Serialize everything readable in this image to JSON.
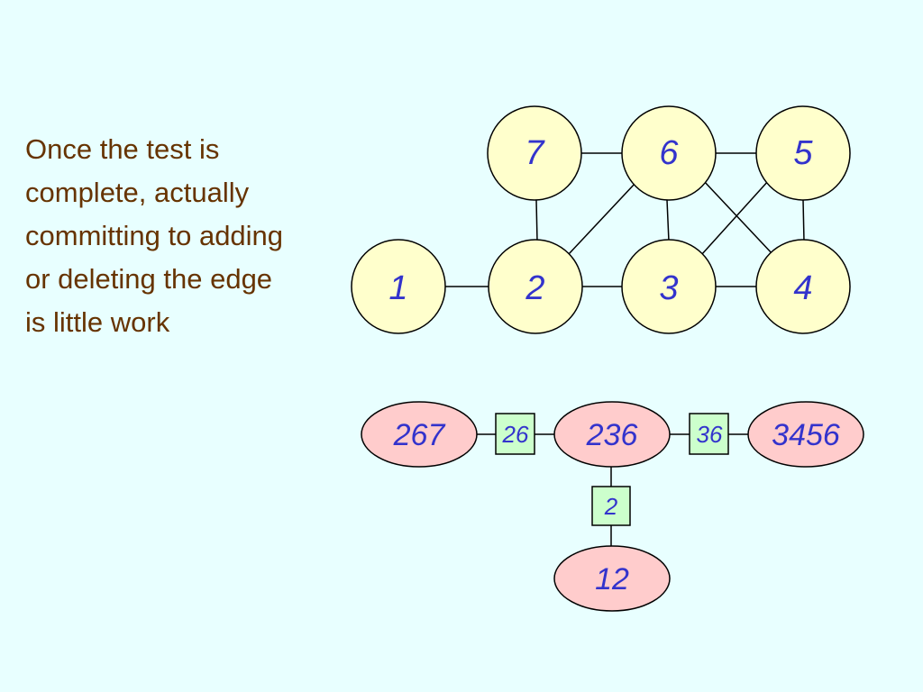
{
  "caption": {
    "lines": [
      "Once the test is",
      "complete, actually",
      "committing to adding",
      "or deleting the edge",
      "is little work"
    ]
  },
  "graph": {
    "nodes": [
      {
        "id": "n7",
        "label": "7"
      },
      {
        "id": "n6",
        "label": "6"
      },
      {
        "id": "n5",
        "label": "5"
      },
      {
        "id": "n1",
        "label": "1"
      },
      {
        "id": "n2",
        "label": "2"
      },
      {
        "id": "n3",
        "label": "3"
      },
      {
        "id": "n4",
        "label": "4"
      }
    ],
    "edges": [
      [
        "7",
        "6"
      ],
      [
        "6",
        "5"
      ],
      [
        "1",
        "2"
      ],
      [
        "2",
        "3"
      ],
      [
        "3",
        "4"
      ],
      [
        "7",
        "2"
      ],
      [
        "2",
        "6"
      ],
      [
        "6",
        "3"
      ],
      [
        "6",
        "4"
      ],
      [
        "5",
        "3"
      ],
      [
        "5",
        "4"
      ]
    ]
  },
  "junction_tree": {
    "cliques": [
      {
        "id": "c267",
        "label": "267"
      },
      {
        "id": "c236",
        "label": "236"
      },
      {
        "id": "c3456",
        "label": "3456"
      },
      {
        "id": "c12",
        "label": "12"
      }
    ],
    "separators": [
      {
        "id": "s26",
        "label": "26"
      },
      {
        "id": "s36",
        "label": "36"
      },
      {
        "id": "s2",
        "label": "2"
      }
    ]
  },
  "colors": {
    "background": "#e8ffff",
    "text": "#663300",
    "node_fill": "#ffffcc",
    "clique_fill": "#ffcccc",
    "separator_fill": "#ccffcc",
    "label": "#3333cc"
  }
}
